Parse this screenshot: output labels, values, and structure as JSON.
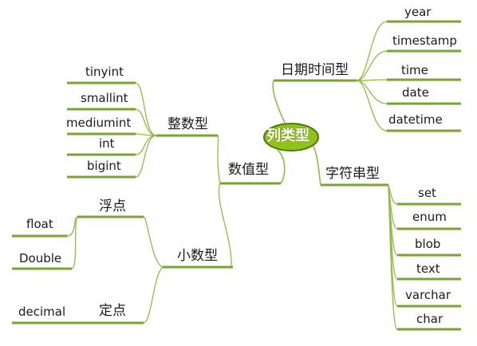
{
  "colors": {
    "line": "#8fbc44",
    "underline": "#7aa332",
    "root_fill": "#8fc21a",
    "root_stroke": "#4d7a0a"
  },
  "root": {
    "label": "列类型"
  },
  "date_group": {
    "label": "日期时间型",
    "items": [
      "year",
      "timestamp",
      "time",
      "date",
      "datetime"
    ]
  },
  "string_group": {
    "label": "字符串型",
    "items": [
      "set",
      "enum",
      "blob",
      "text",
      "varchar",
      "char"
    ]
  },
  "numeric_group": {
    "label": "数值型",
    "integer": {
      "label": "整数型",
      "items": [
        "tinyint",
        "smallint",
        "mediumint",
        "int",
        "bigint"
      ]
    },
    "decimal": {
      "label": "小数型",
      "float_point": {
        "label": "浮点",
        "items": [
          "float",
          "Double"
        ]
      },
      "fixed_point": {
        "label": "定点",
        "items": [
          "decimal"
        ]
      }
    }
  }
}
